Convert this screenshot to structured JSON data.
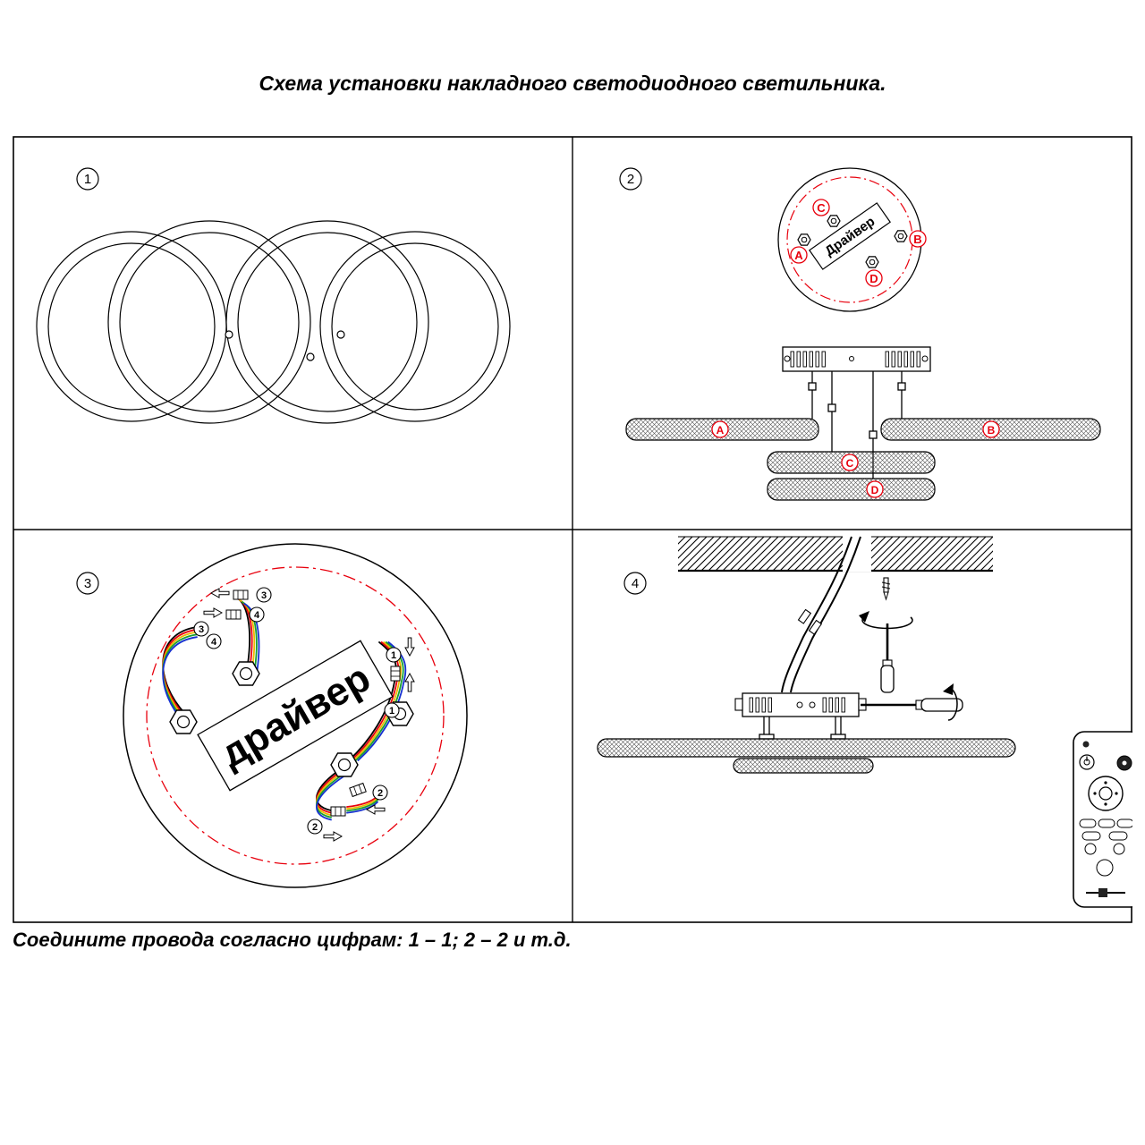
{
  "title": "Схема установки накладного светодиодного светильника.",
  "footer": "Соедините провода согласно цифрам: 1 – 1; 2 – 2 и т.д.",
  "panels": {
    "one": {
      "num": "1"
    },
    "two": {
      "num": "2",
      "driver": "Драйвер",
      "points": {
        "a": "A",
        "b": "B",
        "c": "C",
        "d": "D"
      }
    },
    "three": {
      "num": "3",
      "driver": "драйвер",
      "wires": {
        "n1": "1",
        "n2": "2",
        "n3": "3",
        "n4": "4"
      }
    },
    "four": {
      "num": "4"
    }
  },
  "colors": {
    "outline": "#000000",
    "accent_red": "#e8000d",
    "wire_black": "#000000",
    "wire_red": "#e8000d",
    "wire_yellow": "#edb900",
    "wire_green": "#18a030",
    "wire_blue": "#1530d0"
  }
}
